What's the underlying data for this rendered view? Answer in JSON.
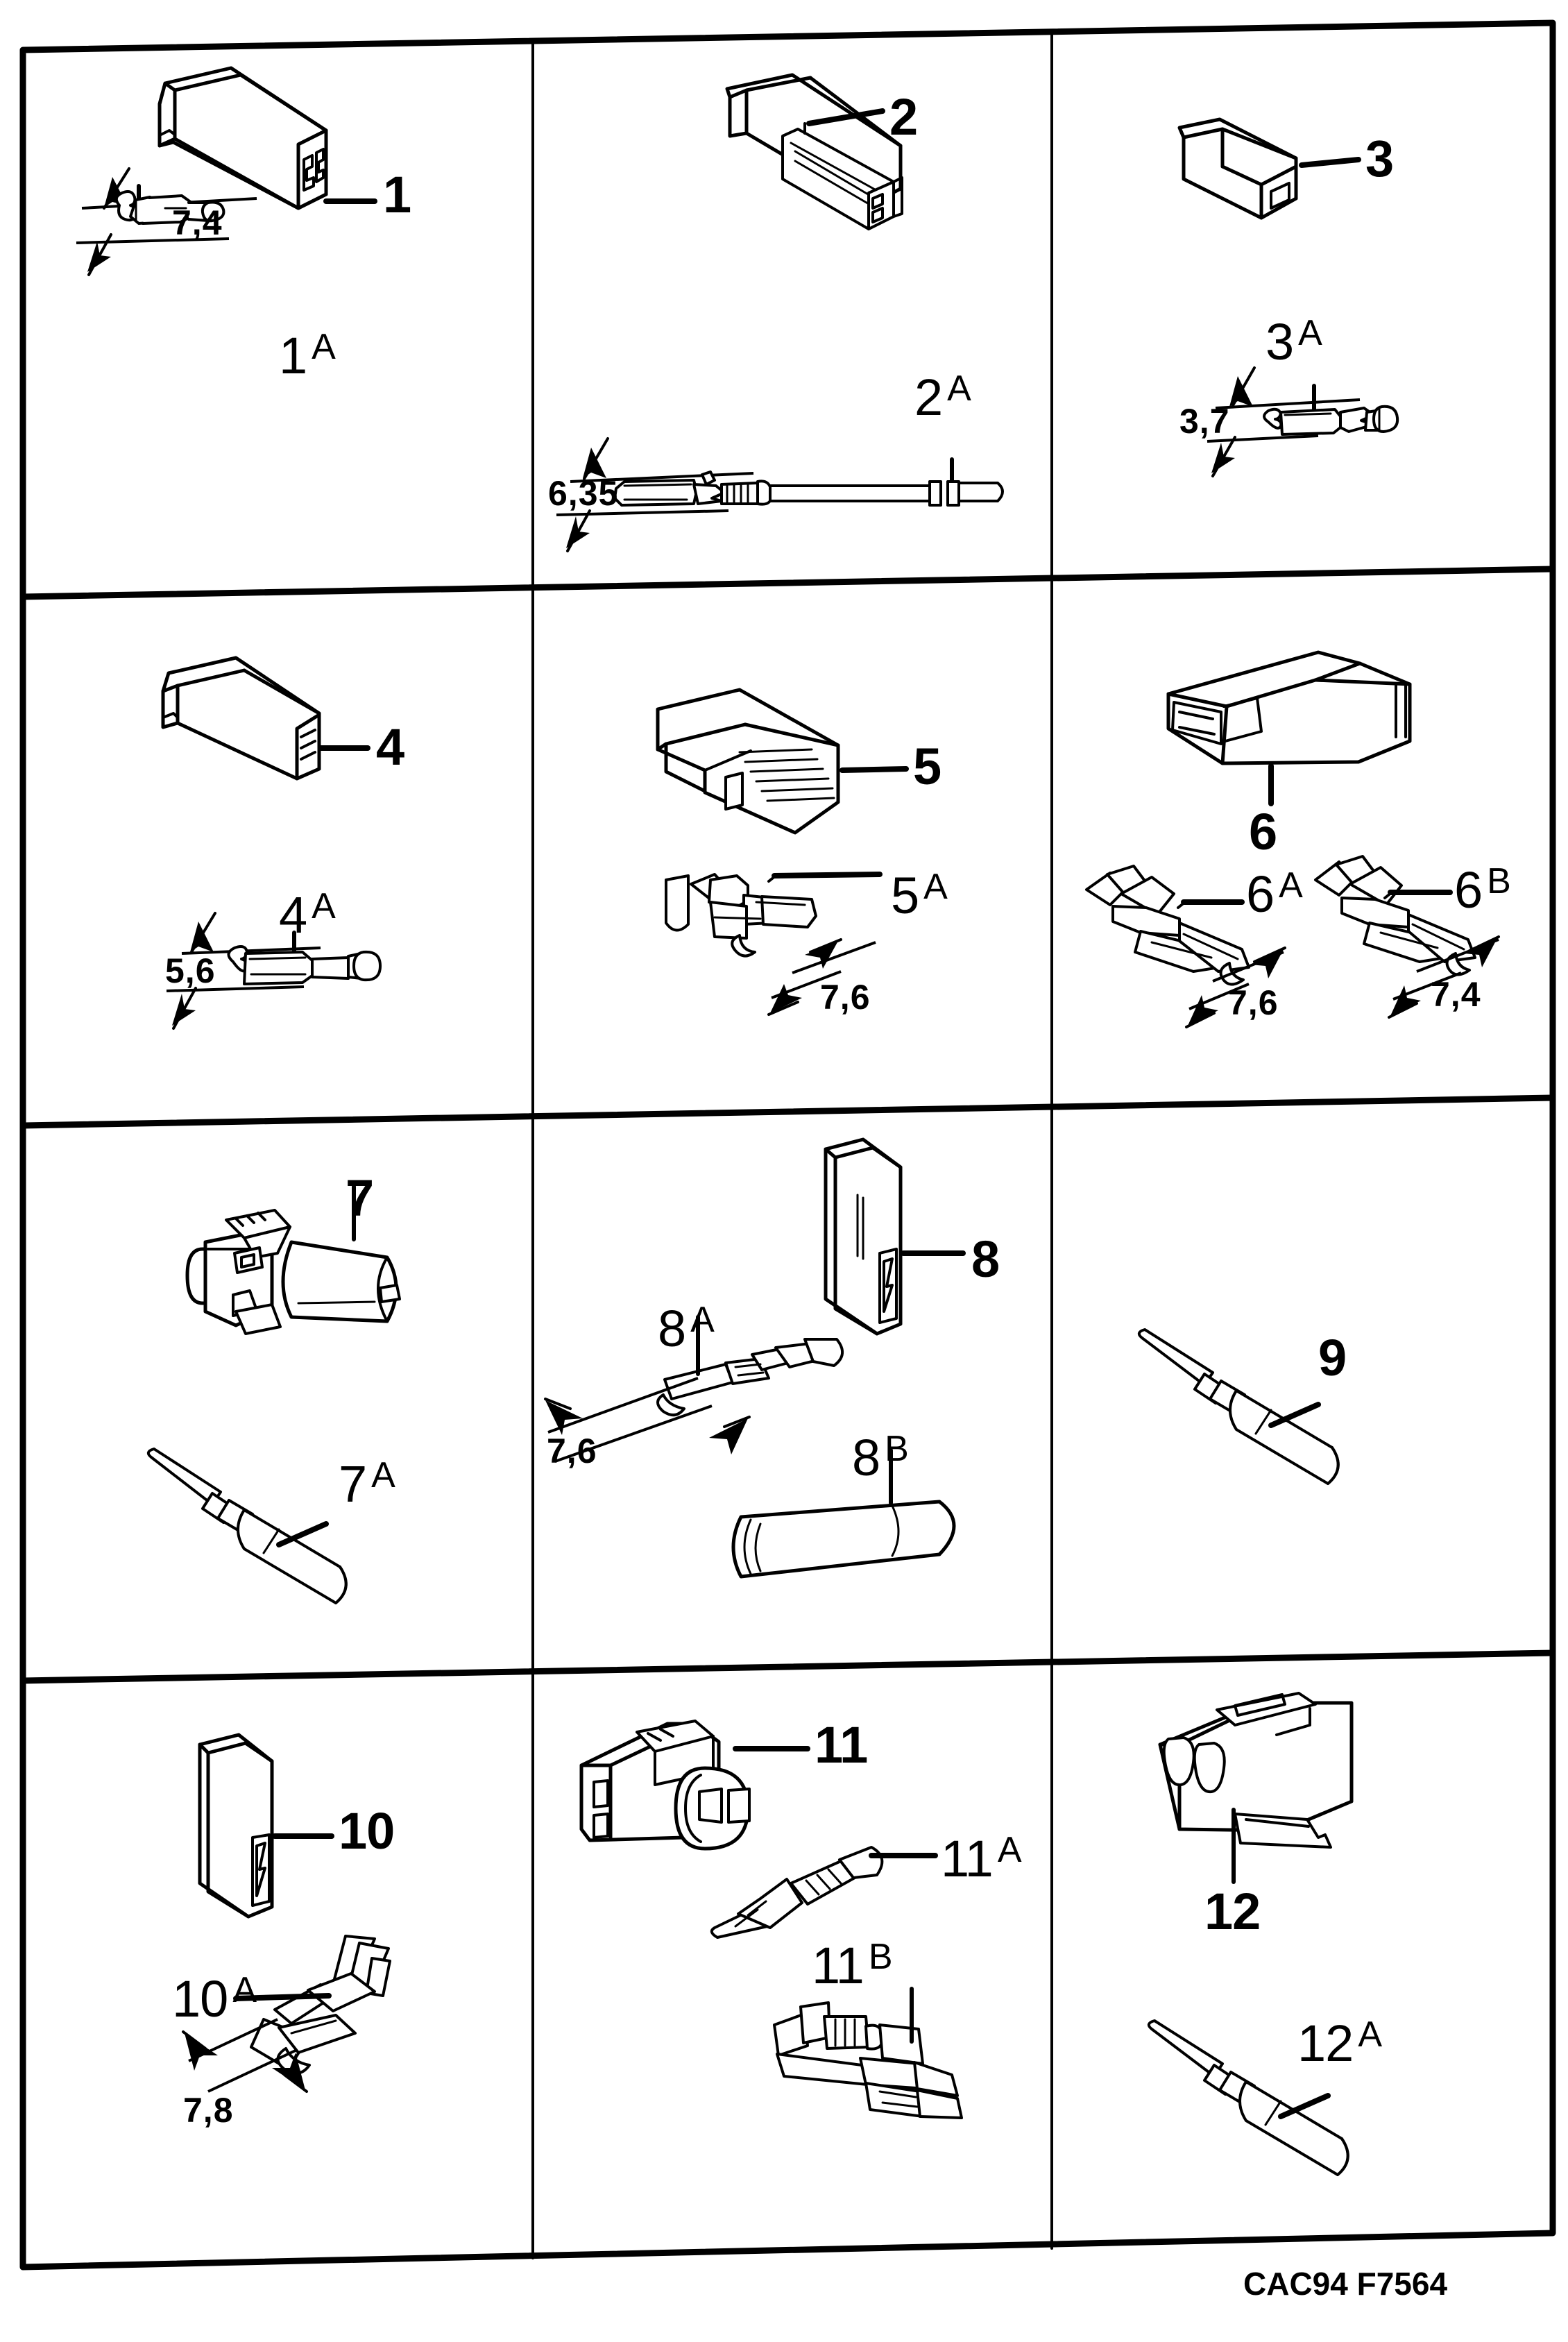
{
  "plate": {
    "caption": "CAC94 F7564",
    "line_color": "#000000",
    "background": "#ffffff",
    "grid": {
      "rows": 4,
      "cols": 3
    }
  },
  "cells": [
    {
      "id": "cell-1",
      "row": 1,
      "col": 1,
      "parts": [
        {
          "name": "connector-housing",
          "label": "1",
          "sub": "",
          "dimension": ""
        },
        {
          "name": "terminal-pin",
          "label": "1",
          "sub": "A",
          "dimension": "7,4"
        }
      ]
    },
    {
      "id": "cell-2",
      "row": 1,
      "col": 2,
      "parts": [
        {
          "name": "connector-housing",
          "label": "2",
          "sub": "",
          "dimension": ""
        },
        {
          "name": "terminal-blade-lead",
          "label": "2",
          "sub": "A",
          "dimension": "6,35"
        }
      ]
    },
    {
      "id": "cell-3",
      "row": 1,
      "col": 3,
      "parts": [
        {
          "name": "connector-housing",
          "label": "3",
          "sub": "",
          "dimension": ""
        },
        {
          "name": "terminal-pin",
          "label": "3",
          "sub": "A",
          "dimension": "3,7"
        }
      ]
    },
    {
      "id": "cell-4",
      "row": 2,
      "col": 1,
      "parts": [
        {
          "name": "connector-housing",
          "label": "4",
          "sub": "",
          "dimension": ""
        },
        {
          "name": "terminal-pin",
          "label": "4",
          "sub": "A",
          "dimension": "5,6"
        }
      ]
    },
    {
      "id": "cell-5",
      "row": 2,
      "col": 2,
      "parts": [
        {
          "name": "connector-housing-ribbed",
          "label": "5",
          "sub": "",
          "dimension": ""
        },
        {
          "name": "terminal-receptacle",
          "label": "5",
          "sub": "A",
          "dimension": "7,6"
        }
      ]
    },
    {
      "id": "cell-6",
      "row": 2,
      "col": 3,
      "parts": [
        {
          "name": "connector-housing-open",
          "label": "6",
          "sub": "",
          "dimension": ""
        },
        {
          "name": "terminal-receptacle",
          "label": "6",
          "sub": "A",
          "dimension": "7,6"
        },
        {
          "name": "terminal-receptacle",
          "label": "6",
          "sub": "B",
          "dimension": "7,4"
        }
      ]
    },
    {
      "id": "cell-7",
      "row": 3,
      "col": 1,
      "parts": [
        {
          "name": "connector-round-housing",
          "label": "7",
          "sub": "",
          "dimension": ""
        },
        {
          "name": "terminal-socket-lead",
          "label": "7",
          "sub": "A",
          "dimension": ""
        }
      ]
    },
    {
      "id": "cell-8",
      "row": 3,
      "col": 2,
      "parts": [
        {
          "name": "connector-flat-housing",
          "label": "8",
          "sub": "",
          "dimension": ""
        },
        {
          "name": "terminal-flat-blade",
          "label": "8",
          "sub": "A",
          "dimension": "7,6"
        },
        {
          "name": "insulating-sleeve",
          "label": "8",
          "sub": "B",
          "dimension": ""
        }
      ]
    },
    {
      "id": "cell-9",
      "row": 3,
      "col": 3,
      "parts": [
        {
          "name": "terminal-socket-lead",
          "label": "9",
          "sub": "",
          "dimension": ""
        }
      ]
    },
    {
      "id": "cell-10",
      "row": 4,
      "col": 1,
      "parts": [
        {
          "name": "connector-flat-housing",
          "label": "10",
          "sub": "",
          "dimension": ""
        },
        {
          "name": "terminal-receptacle",
          "label": "10",
          "sub": "A",
          "dimension": "7,8"
        }
      ]
    },
    {
      "id": "cell-11",
      "row": 4,
      "col": 2,
      "parts": [
        {
          "name": "connector-two-way-housing",
          "label": "11",
          "sub": "",
          "dimension": ""
        },
        {
          "name": "terminal-pin",
          "label": "11",
          "sub": "A",
          "dimension": ""
        },
        {
          "name": "terminal-receptacle",
          "label": "11",
          "sub": "B",
          "dimension": ""
        }
      ]
    },
    {
      "id": "cell-12",
      "row": 4,
      "col": 3,
      "parts": [
        {
          "name": "connector-two-way-housing",
          "label": "12",
          "sub": "",
          "dimension": ""
        },
        {
          "name": "terminal-socket-lead",
          "label": "12",
          "sub": "A",
          "dimension": ""
        }
      ]
    }
  ],
  "labels": {
    "l1": "1",
    "l1a_n": "1",
    "l1a_s": "A",
    "d1a": "7,4",
    "l2": "2",
    "l2a_n": "2",
    "l2a_s": "A",
    "d2a": "6,35",
    "l3": "3",
    "l3a_n": "3",
    "l3a_s": "A",
    "d3a": "3,7",
    "l4": "4",
    "l4a_n": "4",
    "l4a_s": "A",
    "d4a": "5,6",
    "l5": "5",
    "l5a_n": "5",
    "l5a_s": "A",
    "d5a": "7,6",
    "l6": "6",
    "l6a_n": "6",
    "l6a_s": "A",
    "d6a": "7,6",
    "l6b_n": "6",
    "l6b_s": "B",
    "d6b": "7,4",
    "l7": "7",
    "l7a_n": "7",
    "l7a_s": "A",
    "l8": "8",
    "l8a_n": "8",
    "l8a_s": "A",
    "d8a": "7,6",
    "l8b_n": "8",
    "l8b_s": "B",
    "l9": "9",
    "l10": "10",
    "l10a_n": "10",
    "l10a_s": "A",
    "d10a": "7,8",
    "l11": "11",
    "l11a_n": "11",
    "l11a_s": "A",
    "l11b_n": "11",
    "l11b_s": "B",
    "l12": "12",
    "l12a_n": "12",
    "l12a_s": "A"
  }
}
